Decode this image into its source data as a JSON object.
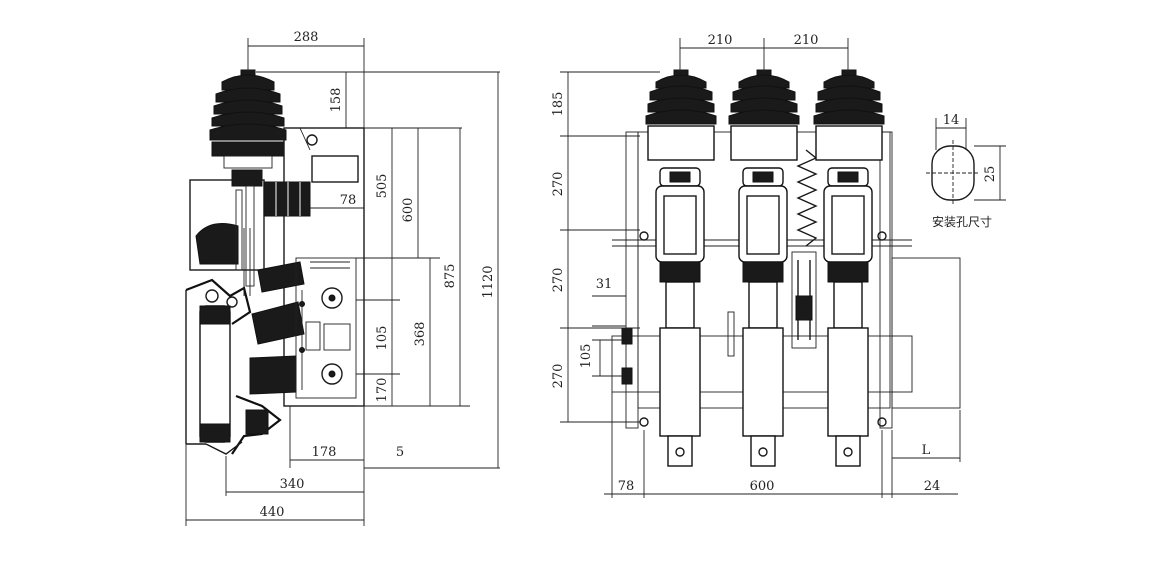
{
  "side_view": {
    "dimensions": {
      "d288": "288",
      "d158": "158",
      "d505": "505",
      "d600": "600",
      "d875": "875",
      "d1120": "1120",
      "d78": "78",
      "d105": "105",
      "d368": "368",
      "d170": "170",
      "d178": "178",
      "d5": "5",
      "d340": "340",
      "d440": "440"
    }
  },
  "front_view": {
    "dimensions": {
      "d210a": "210",
      "d210b": "210",
      "d185": "185",
      "d270a": "270",
      "d270b": "270",
      "d270c": "270",
      "d31": "31",
      "d105": "105",
      "d78": "78",
      "d600": "600",
      "d24": "24",
      "dL": "L"
    }
  },
  "mounting_hole": {
    "width": "14",
    "height": "25",
    "caption": "安装孔尺寸"
  }
}
